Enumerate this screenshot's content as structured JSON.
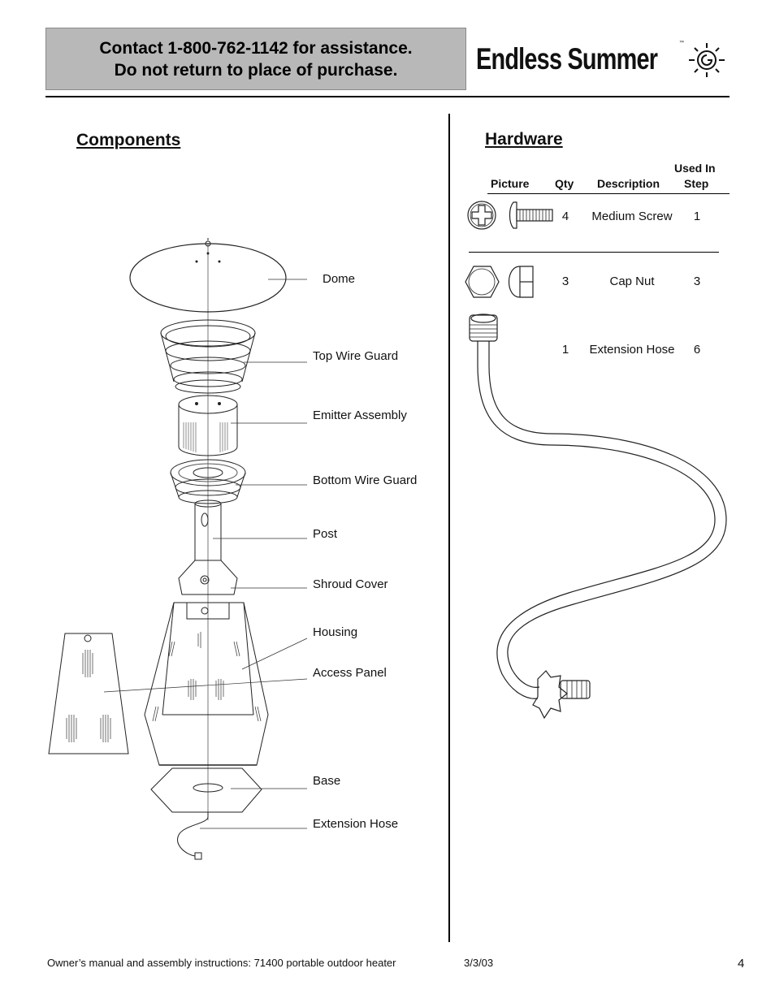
{
  "header": {
    "contact_line1": "Contact 1-800-762-1142 for assistance.",
    "contact_line2": "Do not return to place of purchase.",
    "brand": "Endless Summer",
    "trademark": "™"
  },
  "components": {
    "title": "Components",
    "labels": {
      "dome": "Dome",
      "top_wire_guard": "Top Wire Guard",
      "emitter_assembly": "Emitter Assembly",
      "bottom_wire_guard": "Bottom Wire Guard",
      "post": "Post",
      "shroud_cover": "Shroud Cover",
      "housing": "Housing",
      "access_panel": "Access Panel",
      "base": "Base",
      "extension_hose": "Extension Hose"
    }
  },
  "hardware": {
    "title": "Hardware",
    "columns": {
      "picture": "Picture",
      "qty": "Qty",
      "description": "Description",
      "used_in_line1": "Used In",
      "used_in_line2": "Step"
    },
    "rows": [
      {
        "qty": "4",
        "description": "Medium Screw",
        "step": "1",
        "icon": "screw-icon"
      },
      {
        "qty": "3",
        "description": "Cap Nut",
        "step": "3",
        "icon": "cap-nut-icon"
      },
      {
        "qty": "1",
        "description": "Extension Hose",
        "step": "6",
        "icon": "extension-hose-icon"
      }
    ]
  },
  "footer": {
    "text": "Owner’s manual and assembly instructions:  71400 portable outdoor heater",
    "date": "3/3/03",
    "page": "4"
  }
}
